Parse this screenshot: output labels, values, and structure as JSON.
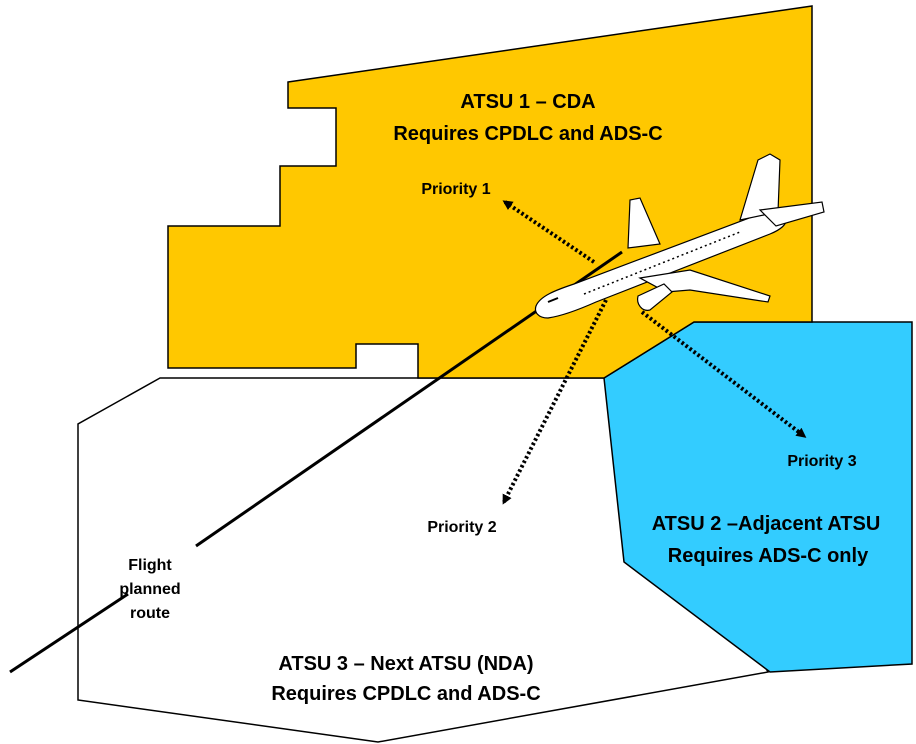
{
  "colors": {
    "atsu1_fill": "#FFC800",
    "atsu2_fill": "#33CCFF",
    "atsu3_fill": "#FFFFFF",
    "outline": "#000000",
    "aircraft_fill": "#FFFFFF"
  },
  "atsu1": {
    "line1": "ATSU 1 – CDA",
    "line2": "Requires CPDLC and ADS-C"
  },
  "atsu2": {
    "line1": "ATSU 2 –Adjacent ATSU",
    "line2": "Requires ADS-C only"
  },
  "atsu3": {
    "line1": "ATSU 3 – Next ATSU (NDA)",
    "line2": "Requires CPDLC and ADS-C"
  },
  "priorities": {
    "p1": "Priority 1",
    "p2": "Priority 2",
    "p3": "Priority 3"
  },
  "route": {
    "line1": "Flight",
    "line2": "planned",
    "line3": "route"
  },
  "aircraft": {
    "icon": "airliner-icon"
  }
}
